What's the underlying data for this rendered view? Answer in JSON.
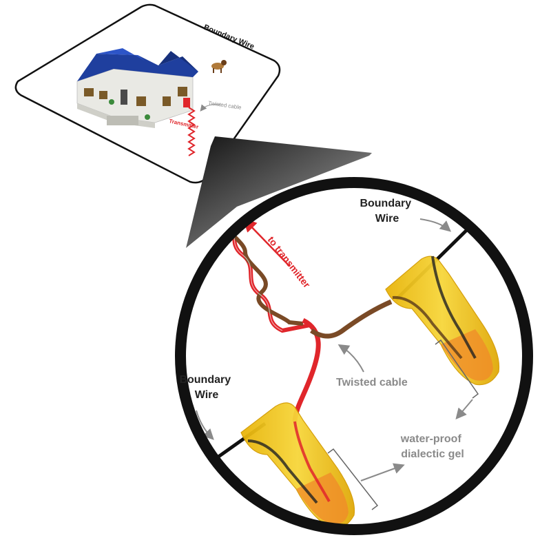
{
  "overview": {
    "boundary_wire_label": "Boundary Wire",
    "twisted_cable_label": "Twisted cable",
    "transmitter_label": "Transmitter",
    "colors": {
      "roof": "#1f3f9e",
      "wall": "#f2f2ee",
      "transmitter": "#e0262b",
      "wire_outline": "#111111"
    }
  },
  "detail": {
    "boundary_wire_top": [
      "Boundary",
      "Wire"
    ],
    "boundary_wire_left": [
      "Boundary",
      "Wire"
    ],
    "to_transmitter_label": "to transmitter",
    "twisted_cable_label": "Twisted cable",
    "gel_label": [
      "water-proof",
      "dialectic gel"
    ],
    "colors": {
      "connector": "#f2c511",
      "red_wire": "#e0262b",
      "brown_wire": "#7a4a26",
      "black_wire": "#111111",
      "gel": "#f08a2a",
      "label_gray": "#8a8a8a",
      "label_red": "#e0262b"
    }
  }
}
